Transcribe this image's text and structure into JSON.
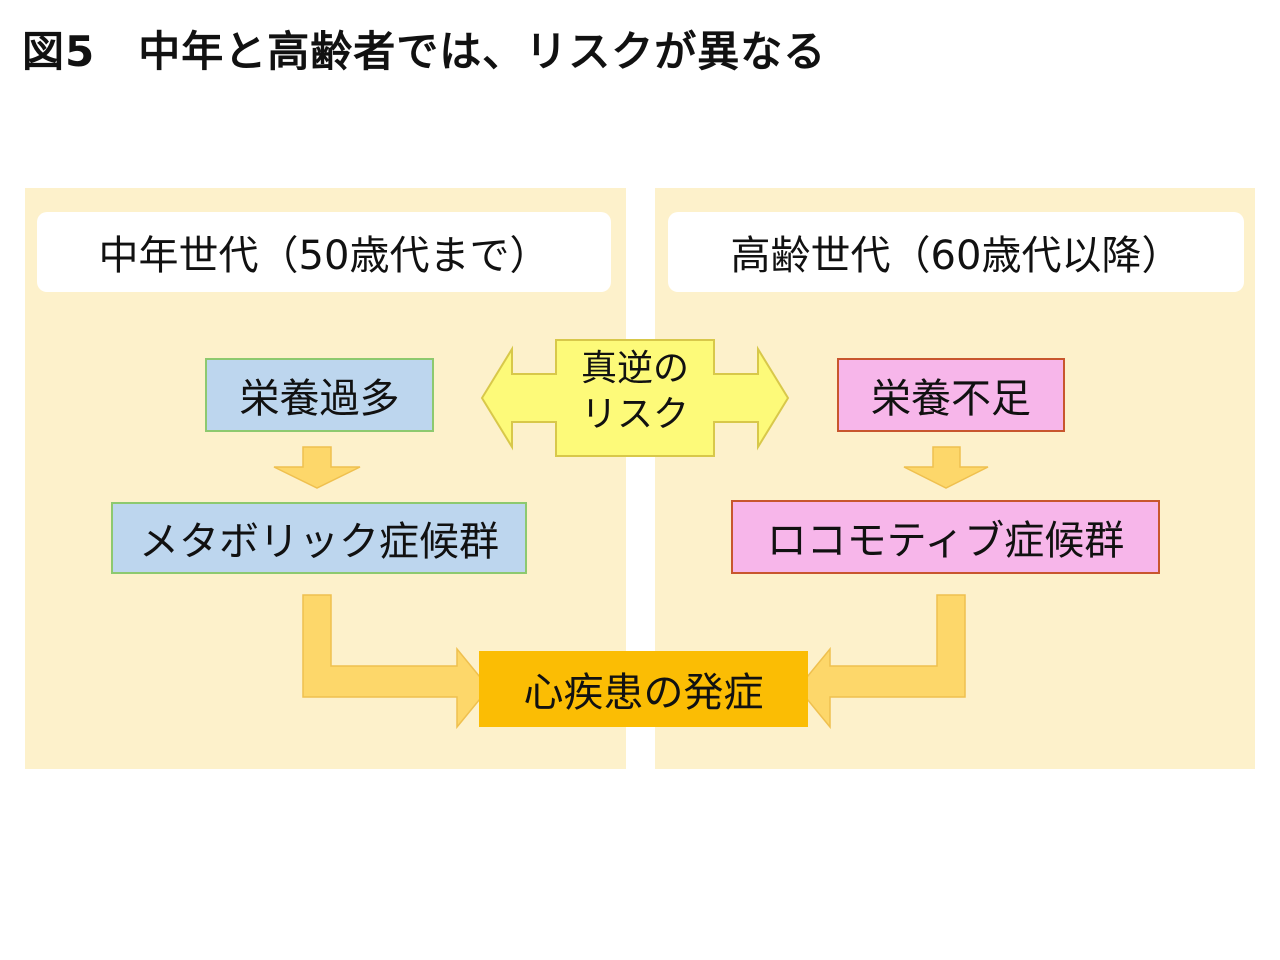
{
  "title": "図5　中年と高齢者では、リスクが異なる",
  "left": {
    "header": "中年世代（50歳代まで）",
    "cause": "栄養過多",
    "syndrome": "メタボリック症候群"
  },
  "right": {
    "header": "高齢世代（60歳代以降）",
    "cause": "栄養不足",
    "syndrome": "ロコモティブ症候群"
  },
  "middle": {
    "risk_line1": "真逆の",
    "risk_line2": "リスク",
    "outcome": "心疾患の発症"
  },
  "colors": {
    "panel_bg": "#fdf1cb",
    "left_box": "#bdd6ee",
    "right_box": "#f7b6ea",
    "outcome_box": "#fbbd04",
    "arrow_fill": "#fdd76a"
  }
}
